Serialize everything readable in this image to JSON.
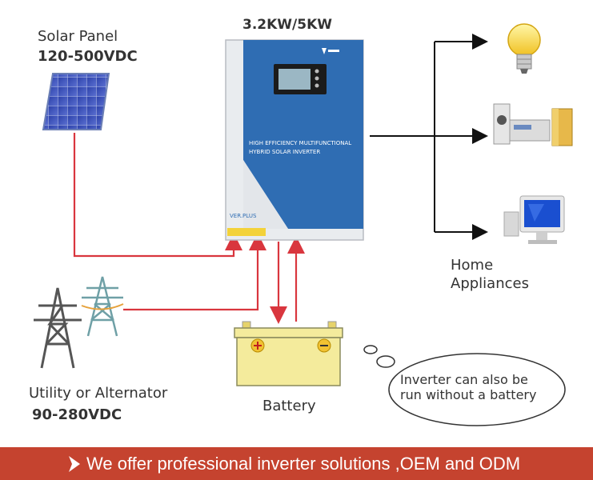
{
  "inverter": {
    "model": "3.2KW/5KW",
    "face_line1": "HIGH EFFICIENCY MULTIFUNCTIONAL",
    "face_line2": "HYBRID SOLAR INVERTER",
    "brand": "VER.PLUS"
  },
  "solar": {
    "title": "Solar Panel",
    "spec": "120-500VDC"
  },
  "utility": {
    "title": "Utility or Alternator",
    "spec": "90-280VDC"
  },
  "battery": {
    "title": "Battery"
  },
  "home": {
    "line1": "Home",
    "line2": "Appliances"
  },
  "bubble": {
    "line1": "Inverter can also be",
    "line2": "run without a battery"
  },
  "banner": {
    "text": "We offer professional inverter solutions ,OEM and ODM"
  },
  "colors": {
    "wire": "#d9363e",
    "inverter_blue": "#2f6db3",
    "banner": "#c5432f"
  }
}
